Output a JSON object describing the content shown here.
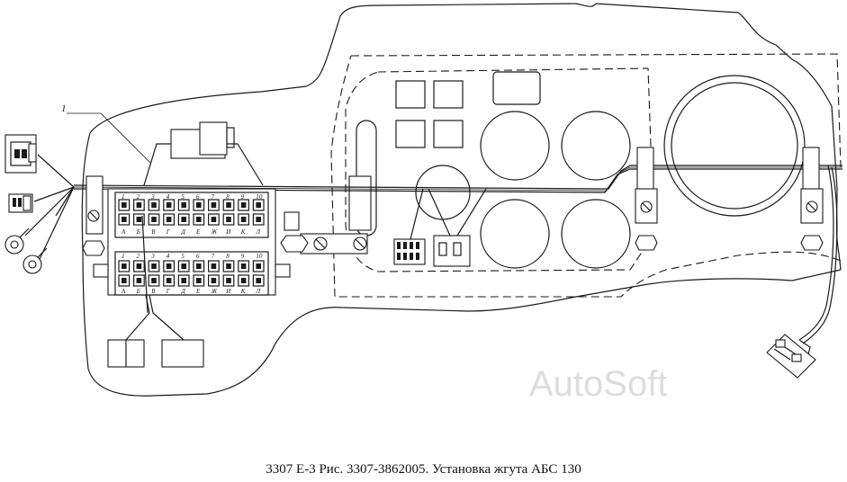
{
  "caption": "3307 Е-3 Рис. 3307-3862005. Установка жгута АБС 130",
  "watermark": "AutoSoft",
  "callout_label": "1",
  "fuse_block": {
    "top_numbers": [
      "1",
      "2",
      "3",
      "4",
      "5",
      "6",
      "7",
      "8",
      "9",
      "10"
    ],
    "letters": [
      "А",
      "Б",
      "В",
      "Г",
      "Д",
      "Е",
      "Ж",
      "И",
      "К",
      "Л"
    ]
  }
}
